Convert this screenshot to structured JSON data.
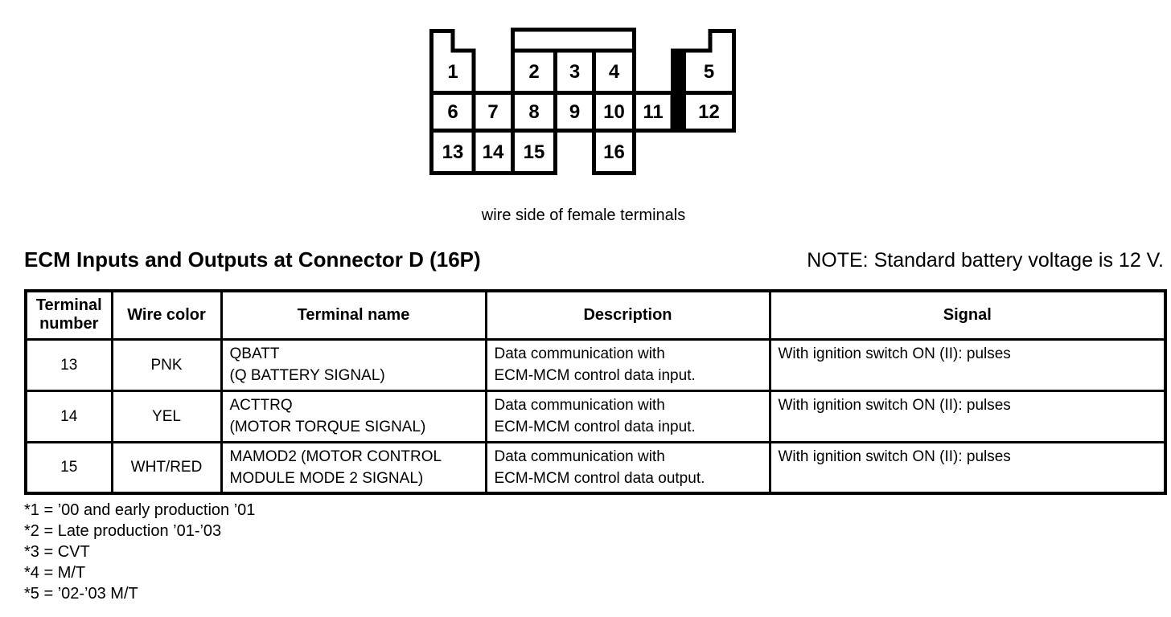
{
  "connector": {
    "cells": [
      "1",
      "2",
      "3",
      "4",
      "5",
      "6",
      "7",
      "8",
      "9",
      "10",
      "11",
      "12",
      "13",
      "14",
      "15",
      "16"
    ],
    "caption": "wire side of female terminals"
  },
  "section": {
    "title": "ECM Inputs and Outputs at Connector D (16P)",
    "note": "NOTE: Standard battery voltage is 12 V."
  },
  "table": {
    "headers": [
      "Terminal\nnumber",
      "Wire color",
      "Terminal name",
      "Description",
      "Signal"
    ],
    "rows": [
      {
        "terminal": "13",
        "wire_color": "PNK",
        "terminal_name": "QBATT\n(Q BATTERY SIGNAL)",
        "description": "Data communication with\nECM-MCM control data input.",
        "signal": "With ignition switch ON (II): pulses"
      },
      {
        "terminal": "14",
        "wire_color": "YEL",
        "terminal_name": "ACTTRQ\n(MOTOR TORQUE SIGNAL)",
        "description": "Data communication with\nECM-MCM control data input.",
        "signal": "With ignition switch ON (II): pulses"
      },
      {
        "terminal": "15",
        "wire_color": "WHT/RED",
        "terminal_name": "MAMOD2 (MOTOR CONTROL\nMODULE MODE 2 SIGNAL)",
        "description": "Data communication with\nECM-MCM control data output.",
        "signal": "With ignition switch ON (II): pulses"
      }
    ]
  },
  "footnotes": [
    "*1 = ’00 and early production ’01",
    "*2 = Late production ’01-’03",
    "*3 = CVT",
    "*4 = M/T",
    "*5 = ’02-’03 M/T"
  ]
}
